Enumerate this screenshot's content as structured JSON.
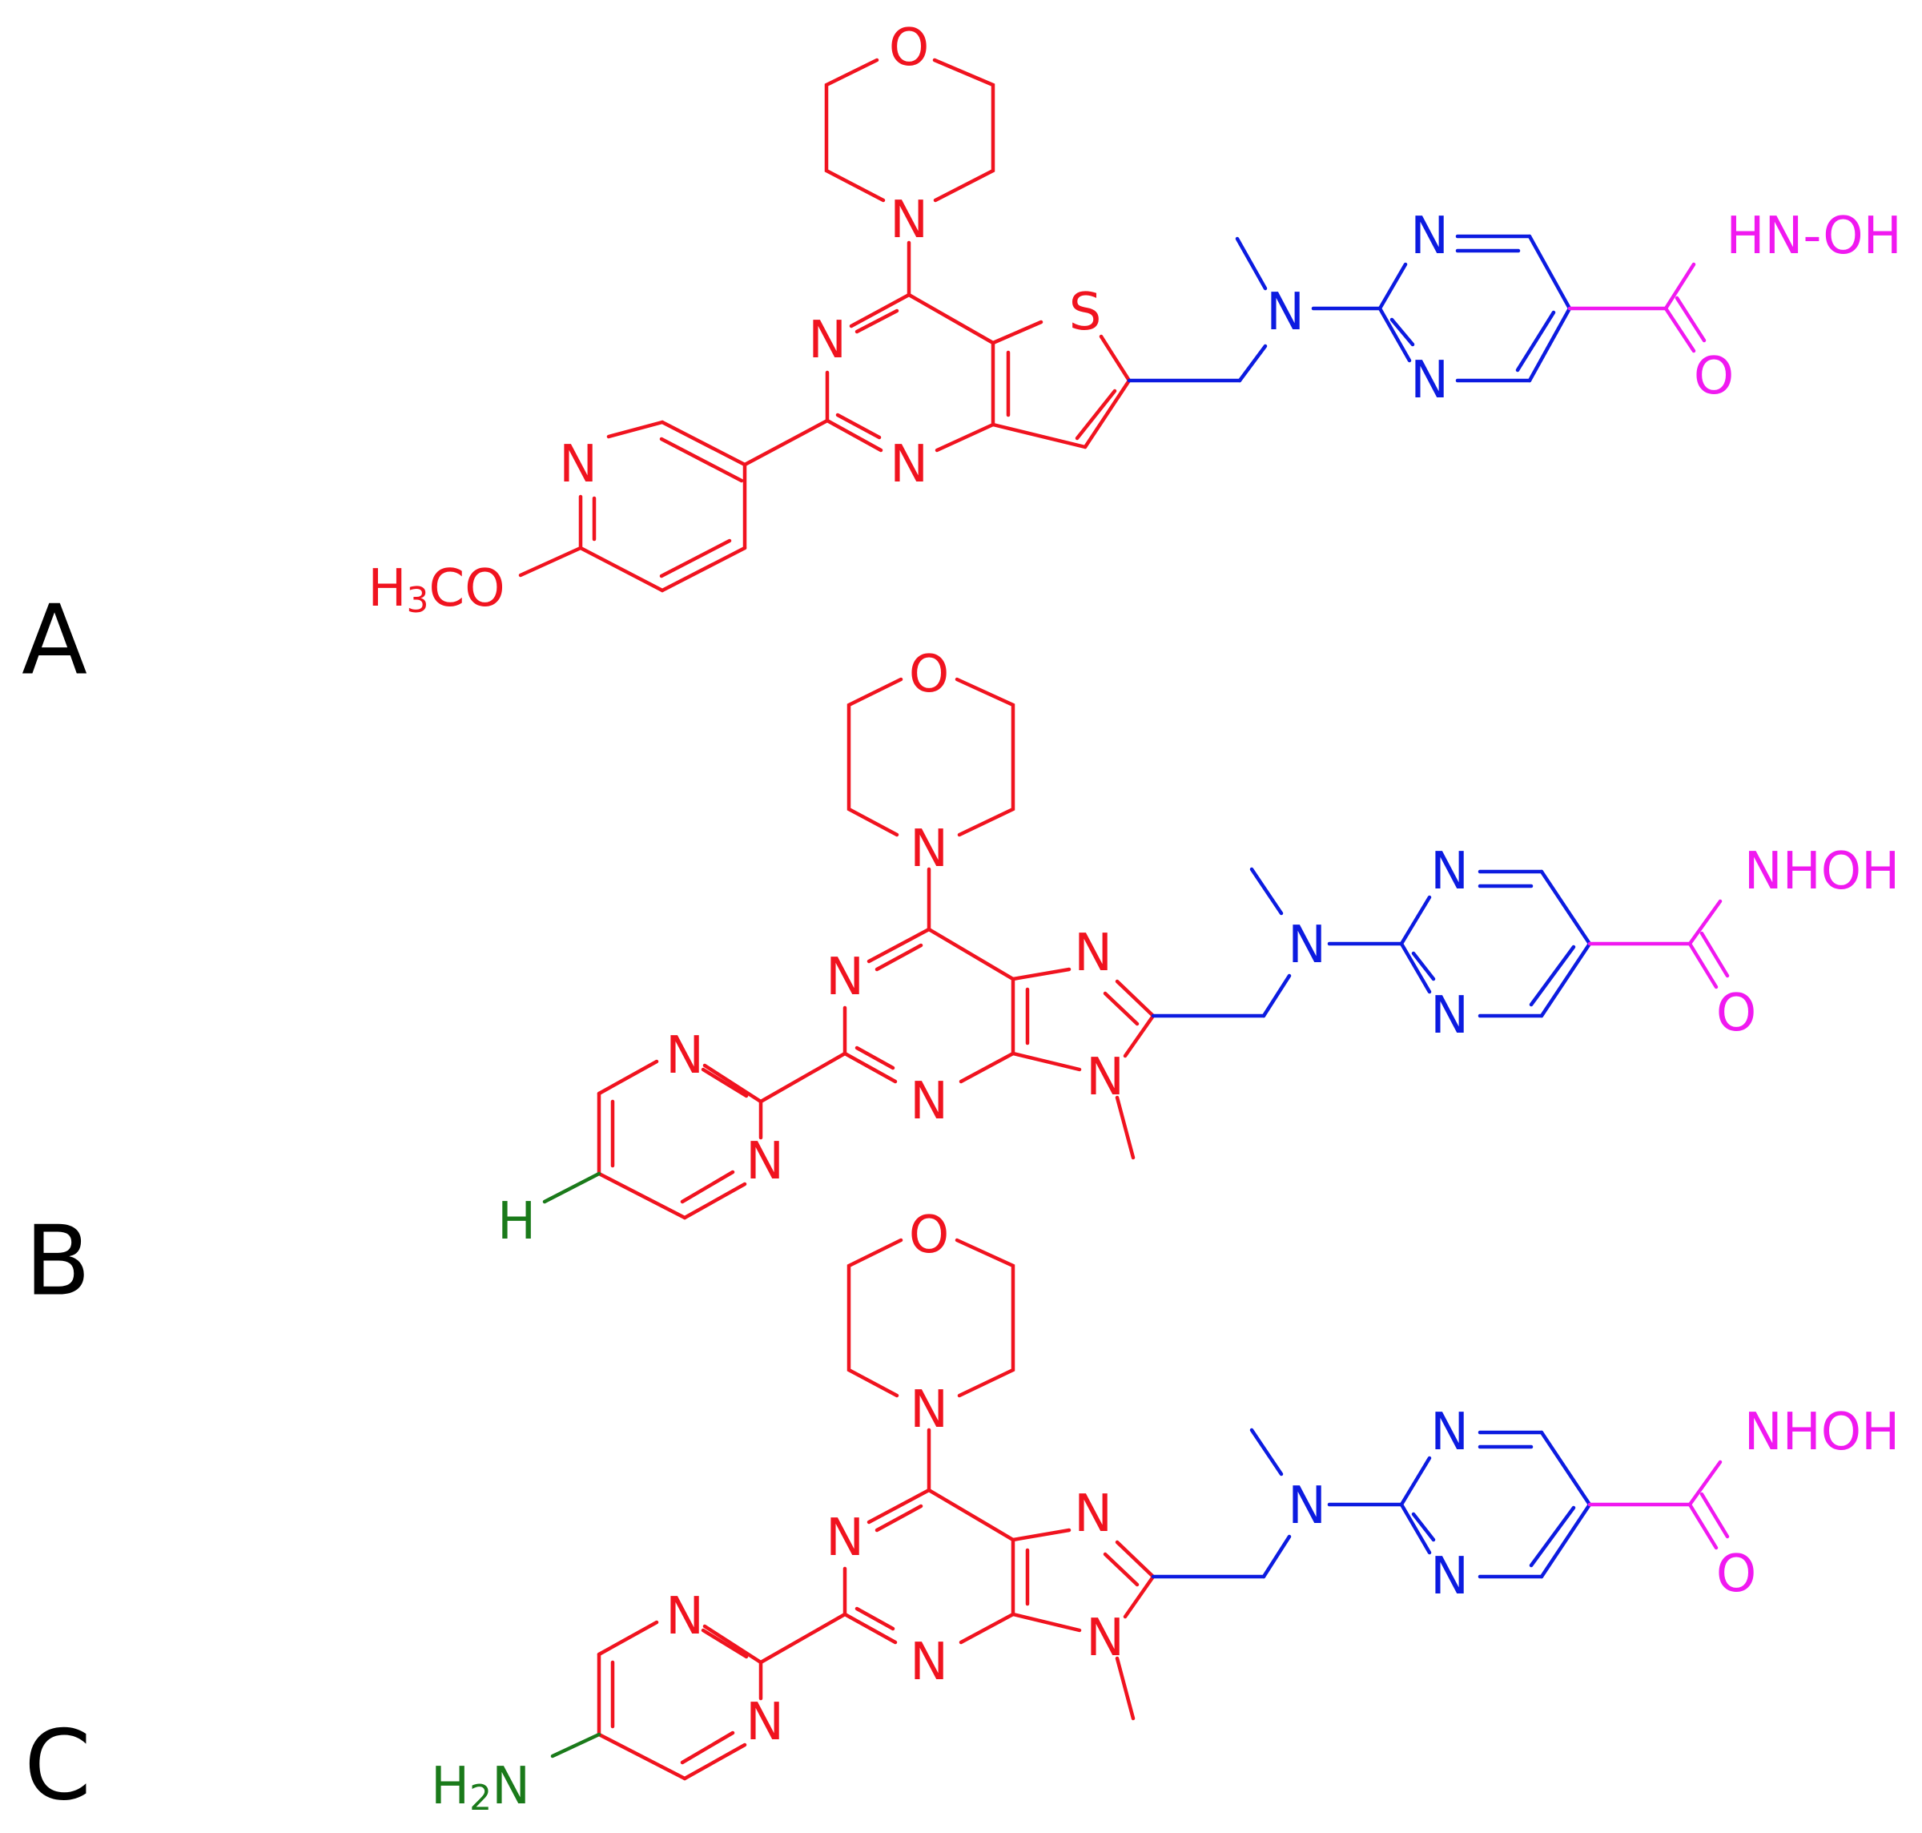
{
  "colors": {
    "core": "#f0131f",
    "linker": "#0c1be0",
    "zbg": "#f019f0",
    "variable": "#1a7a1a",
    "label": "#000000"
  },
  "panels": [
    {
      "label": "A",
      "atoms": {
        "o_morph": "O",
        "n_morph": "N",
        "n_pyr3": "N",
        "n_pyr1": "N",
        "s": "S",
        "n_py": "N",
        "h3co": "H3CO",
        "n_amine": "N",
        "n_pm1": "N",
        "n_pm3": "N",
        "hnoh": "HN-OH",
        "o_carb": "O"
      }
    },
    {
      "label": "B",
      "atoms": {
        "o_morph": "O",
        "n_morph": "N",
        "n_pur1": "N",
        "n_pur3": "N",
        "n_pur7": "N",
        "n_pur9": "N",
        "n_pmL1": "N",
        "n_pmL3": "N",
        "h": "H",
        "n_amine": "N",
        "n_pm1": "N",
        "n_pm3": "N",
        "nhoh": "NHOH",
        "o_carb": "O"
      }
    },
    {
      "label": "C",
      "atoms": {
        "o_morph": "O",
        "n_morph": "N",
        "n_pur1": "N",
        "n_pur3": "N",
        "n_pur7": "N",
        "n_pur9": "N",
        "n_pmL1": "N",
        "n_pmL3": "N",
        "h2n": "H2N",
        "n_amine": "N",
        "n_pm1": "N",
        "n_pm3": "N",
        "nhoh": "NHOH",
        "o_carb": "O"
      }
    }
  ]
}
